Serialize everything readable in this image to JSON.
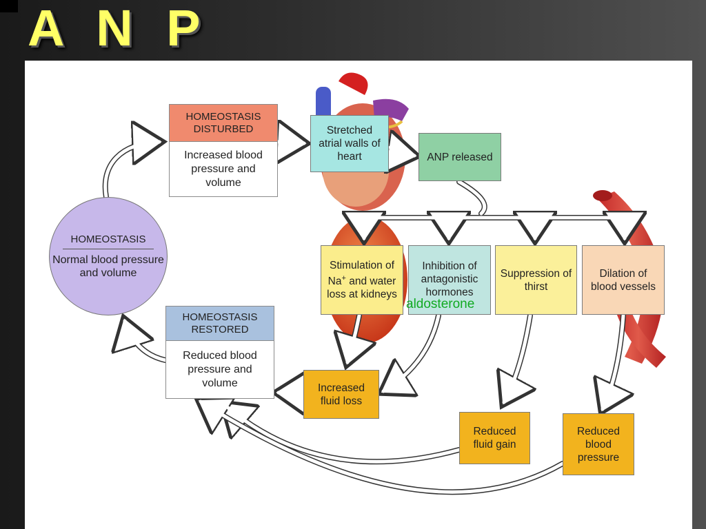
{
  "slide": {
    "title": "A N P"
  },
  "colors": {
    "title": "#ffff66",
    "disturbed_head": "#f08a6e",
    "restored_head": "#a9c1de",
    "homeostasis_circle": "#c7b8ea",
    "stretched": "#a6e6e2",
    "anp": "#8fd0a4",
    "stimulation": "#fbed8c",
    "inhibition": "#bfe5e0",
    "suppression": "#fbf09a",
    "dilation": "#f9d7b6",
    "outcome": "#f2b31e",
    "annotation": "#11aa22"
  },
  "diagram": {
    "disturbed": {
      "head": "HOMEOSTASIS DISTURBED",
      "body": "Increased blood pressure and volume"
    },
    "homeostasis": {
      "head": "HOMEOSTASIS",
      "body": "Normal blood pressure and volume"
    },
    "restored": {
      "head": "HOMEOSTASIS RESTORED",
      "body": "Reduced blood pressure and volume"
    },
    "stretched": "Stretched atrial walls of heart",
    "anp_released": "ANP released",
    "stimulation": {
      "pre": "Stimulation of Na",
      "sup": "+",
      "post": " and water loss at kidneys"
    },
    "inhibition": "Inhibition of antagonistic hormones",
    "annotation": "aldosterone",
    "suppression": "Suppression of thirst",
    "dilation": "Dilation of blood vessels",
    "increased_fluid_loss": "Increased fluid loss",
    "reduced_fluid_gain": "Reduced fluid gain",
    "reduced_blood_pressure": "Reduced blood pressure"
  }
}
